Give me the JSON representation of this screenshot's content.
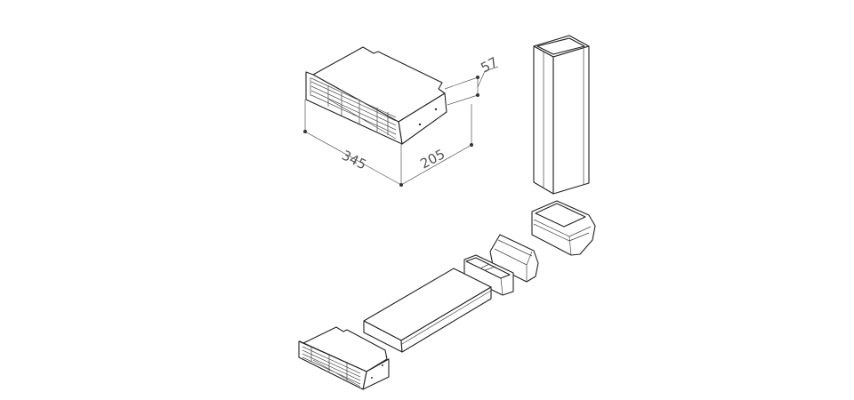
{
  "dimensions": {
    "width": "345",
    "depth": "205",
    "height": "57"
  },
  "colors": {
    "line": "#222222",
    "background": "#ffffff"
  }
}
